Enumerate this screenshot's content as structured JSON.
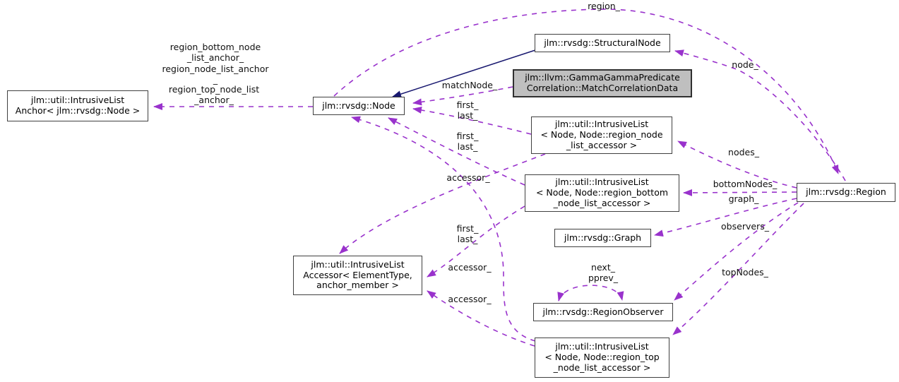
{
  "classes": {
    "intrusive_list_anchor": {
      "lines": [
        "jlm::util::IntrusiveList",
        "Anchor&lt; jlm::rvsdg::Node &gt;"
      ],
      "plain": [
        "jlm::util::IntrusiveList",
        "Anchor< jlm::rvsdg::Node >"
      ]
    },
    "node": {
      "lines": [
        "jlm::rvsdg::Node"
      ]
    },
    "structural_node": {
      "lines": [
        "jlm::rvsdg::StructuralNode"
      ]
    },
    "match_correlation_data": {
      "lines": [
        "jlm::llvm::GammaGammaPredicate",
        "Correlation::MatchCorrelationData"
      ]
    },
    "list_region_node": {
      "lines": [
        "jlm::util::IntrusiveList",
        "< Node, Node::region_node",
        "_list_accessor >"
      ]
    },
    "list_region_bottom": {
      "lines": [
        "jlm::util::IntrusiveList",
        "< Node, Node::region_bottom",
        "_node_list_accessor >"
      ]
    },
    "graph": {
      "lines": [
        "jlm::rvsdg::Graph"
      ]
    },
    "list_accessor": {
      "lines": [
        "jlm::util::IntrusiveList",
        "Accessor< ElementType,",
        "anchor_member >"
      ]
    },
    "region_observer": {
      "lines": [
        "jlm::rvsdg::RegionObserver"
      ]
    },
    "list_region_top": {
      "lines": [
        "jlm::util::IntrusiveList",
        "< Node, Node::region_top",
        "_node_list_accessor >"
      ]
    },
    "region": {
      "lines": [
        "jlm::rvsdg::Region"
      ]
    }
  },
  "edge_labels": {
    "region": "region_",
    "node": "node_",
    "anchor_bottom_block": [
      "region_bottom_node",
      "_list_anchor_",
      "region_node_list_anchor",
      "_"
    ],
    "anchor_top_block": [
      "region_top_node_list",
      "_anchor_"
    ],
    "match_node": "matchNode_",
    "first": "first_",
    "last": "last_",
    "nodes": "nodes_",
    "accessor": "accessor_",
    "bottom_nodes": "bottomNodes_",
    "graph": "graph_",
    "observers": "observers_",
    "next": "next_",
    "pprev": "pprev_",
    "top_nodes": "topNodes_"
  },
  "colors": {
    "usage_edge": "#9932cc",
    "inheritance_edge": "#191970",
    "highlight_fill": "#bfbfbf",
    "box_border": "#404040",
    "box_fill": "#ffffff",
    "text": "#000000"
  }
}
